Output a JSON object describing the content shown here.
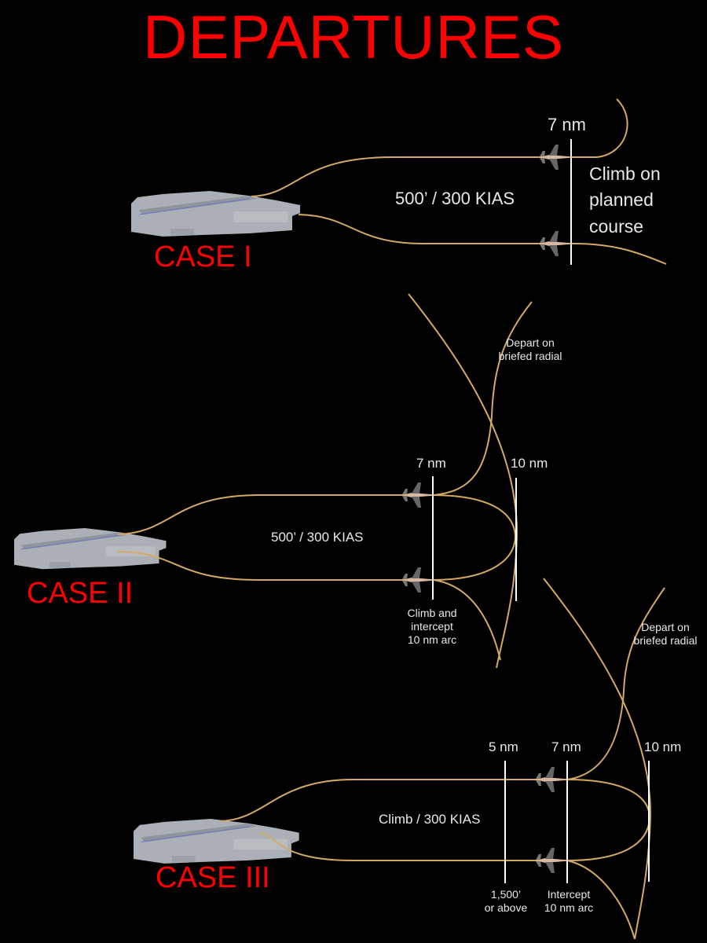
{
  "title": "DEPARTURES",
  "colors": {
    "title": "#ff0000",
    "track": "#d4a965",
    "marker": "#ffffff",
    "text": "#e8e8e8",
    "background": "#000000"
  },
  "cases": [
    {
      "name": "CASE I",
      "altitude_speed": "500’ / 300 KIAS",
      "markers": [
        {
          "label": "7 nm"
        }
      ],
      "note_lines": [
        "Climb on",
        "planned",
        "course"
      ]
    },
    {
      "name": "CASE II",
      "altitude_speed": "500’ / 300 KIAS",
      "markers": [
        {
          "label": "7 nm"
        },
        {
          "label": "10 nm"
        }
      ],
      "note_lines": [
        "Climb and",
        "intercept",
        "10 nm arc"
      ],
      "radial_note_lines": [
        "Depart on",
        "briefed radial"
      ]
    },
    {
      "name": "CASE III",
      "altitude_speed": "Climb / 300 KIAS",
      "markers": [
        {
          "label": "5 nm"
        },
        {
          "label": "7 nm"
        },
        {
          "label": "10 nm"
        }
      ],
      "marker_notes": [
        [
          "1,500’",
          "or above"
        ],
        [
          "Intercept",
          "10 nm arc"
        ]
      ],
      "radial_note_lines": [
        "Depart on",
        "briefed radial"
      ]
    }
  ]
}
